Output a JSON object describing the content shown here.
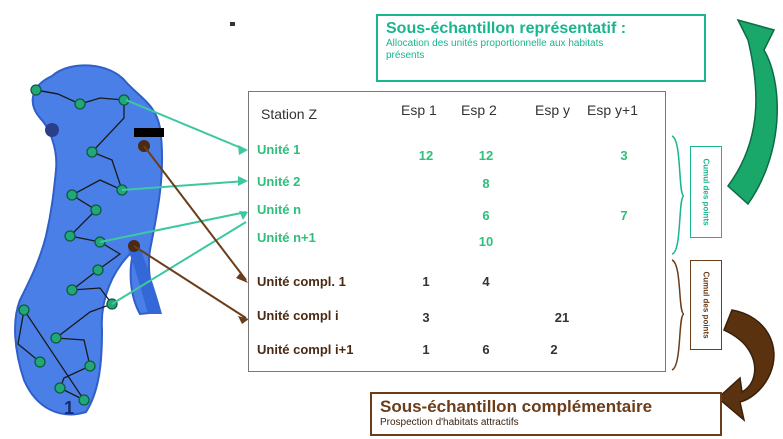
{
  "representative_box": {
    "title": "Sous-échantillon représentatif :",
    "subtitle": "Allocation des unités proportionnelle aux habitats présents"
  },
  "complementary_box": {
    "title": "Sous-échantillon complémentaire",
    "subtitle": "Prospection d'habitats attractifs"
  },
  "table": {
    "station_label": "Station Z",
    "columns": [
      "Esp 1",
      "Esp 2",
      "Esp y",
      "Esp y+1"
    ],
    "rep_rows": [
      {
        "label": "Unité 1",
        "values": [
          "12",
          "12",
          "",
          "3"
        ]
      },
      {
        "label": "Unité 2",
        "values": [
          "",
          "8",
          "",
          ""
        ]
      },
      {
        "label": "Unité n",
        "values": [
          "",
          "6",
          "",
          "7"
        ]
      },
      {
        "label": "Unité n+1",
        "values": [
          "",
          "10",
          "",
          ""
        ]
      }
    ],
    "comp_rows": [
      {
        "label": "Unité compl. 1",
        "values": [
          "1",
          "4",
          "",
          ""
        ]
      },
      {
        "label": "Unité compl i",
        "values": [
          "3",
          "",
          "21",
          ""
        ]
      },
      {
        "label": "Unité compl i+1",
        "values": [
          "1",
          "6",
          "2",
          ""
        ]
      }
    ]
  },
  "side_labels": {
    "rep": "Cumul des points",
    "comp": "Cumul des points"
  },
  "map": {
    "number_label": "1",
    "water_color": "#4a7fe8",
    "node_color": "#22a878",
    "rep_line_color": "#3cc8a0",
    "comp_line_color": "#6b3d1a"
  }
}
